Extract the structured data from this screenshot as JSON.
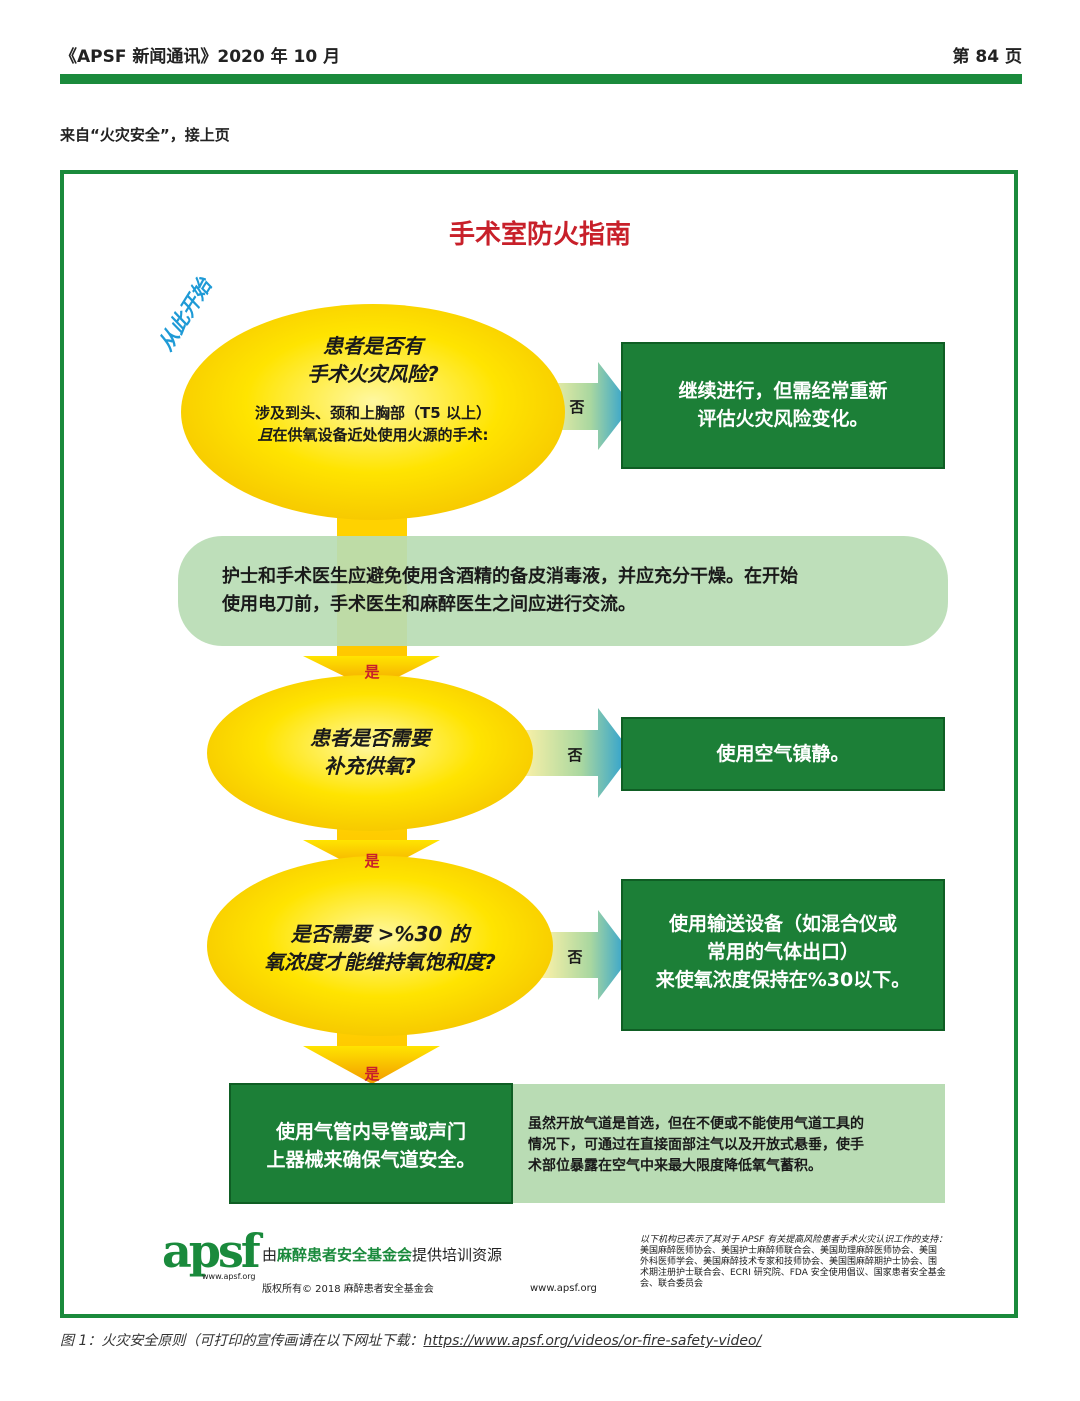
{
  "header": {
    "left": "《APSF 新闻通讯》2020 年 10 月",
    "right": "第 84 页"
  },
  "continued": "来自“火灾安全”，接上页",
  "poster": {
    "title": "手术室防火指南",
    "start_label": "从此开始",
    "q1": {
      "question_line1": "患者是否有",
      "question_line2": "手术火灾风险?",
      "detail_line1": "涉及到头、颈和上胸部（T5 以上）",
      "detail_line2_em": "且",
      "detail_line2": "在供氧设备近处使用火源的手术:"
    },
    "no1_label": "否",
    "a1": {
      "line1": "继续进行，但需经常重新",
      "line2": "评估火灾风险变化。"
    },
    "band": {
      "line1": "护士和手术医生应避免使用含酒精的备皮消毒液，并应充分干燥。在开始",
      "line2": "使用电刀前，手术医生和麻醉医生之间应进行交流。"
    },
    "yes1_label": "是",
    "q2": {
      "line1": "患者是否需要",
      "line2": "补充供氧?"
    },
    "no2_label": "否",
    "a2": {
      "line1": "使用空气镇静。"
    },
    "yes2_label": "是",
    "q3": {
      "line1": "是否需要 >%30 的",
      "line2": "氧浓度才能维持氧饱和度?"
    },
    "no3_label": "否",
    "a3": {
      "line1": "使用输送设备（如混合仪或",
      "line2": "常用的气体出口）",
      "line3": "来使氧浓度保持在%30以下。"
    },
    "yes3_label": "是",
    "a4": {
      "line1": "使用气管内导管或声门",
      "line2": "上器械来确保气道安全。"
    },
    "note": {
      "line1": "虽然开放气道是首选，但在不便或不能使用气道工具的",
      "line2": "情况下，可通过在直接面部注气以及开放式悬垂，使手",
      "line3": "术部位暴露在空气中来最大限度降低氧气蓄积。"
    },
    "footer": {
      "logo_text": "apsf",
      "logo_url": "www.apsf.org",
      "provided_prefix": "由",
      "provided_org": "麻醉患者安全基金会",
      "provided_suffix": "提供培训资源",
      "copyright": "版权所有© 2018 麻醉患者安全基金会",
      "url": "www.apsf.org",
      "support_line1": "以下机构已表示了其对于 APSF 有关提高风险患者手术火灾认识工作的支持：",
      "support_line2": "美国麻醉医师协会、美国护士麻醉师联合会、美国助理麻醉医师协会、美国",
      "support_line3": "外科医师学会、美国麻醉技术专家和技师协会、美国围麻醉期护士协会、围",
      "support_line4": "术期注册护士联合会、ECRI 研究院、FDA 安全使用倡议、国家患者安全基金",
      "support_line5": "会、联合委员会"
    }
  },
  "caption": {
    "prefix": "图 1：火灾安全原则（可打印的宣传画请在以下网址下载：",
    "link": "https://www.apsf.org/videos/or-fire-safety-video/",
    "suffix": ""
  },
  "colors": {
    "green": "#1a8a3c",
    "dark_green_box": "#1c7f37",
    "yellow": "#ffd400",
    "band": "#b9dcb4",
    "red": "#c8202a",
    "blue": "#1e9ad6"
  }
}
